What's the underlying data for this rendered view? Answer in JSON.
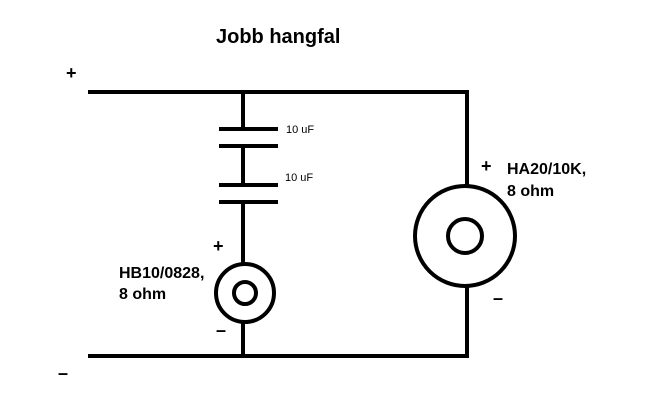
{
  "title": "Jobb hangfal",
  "rail_positive_sign": "+",
  "rail_negative_sign": "–",
  "capacitor_1": {
    "value": "10 uF"
  },
  "capacitor_2": {
    "value": "10 uF"
  },
  "tweeter": {
    "model": "HB10/0828,",
    "impedance": "8 ohm",
    "plus_sign": "+",
    "minus_sign": "–"
  },
  "woofer": {
    "model": "HA20/10K,",
    "impedance": "8 ohm",
    "plus_sign": "+",
    "minus_sign": "–"
  }
}
